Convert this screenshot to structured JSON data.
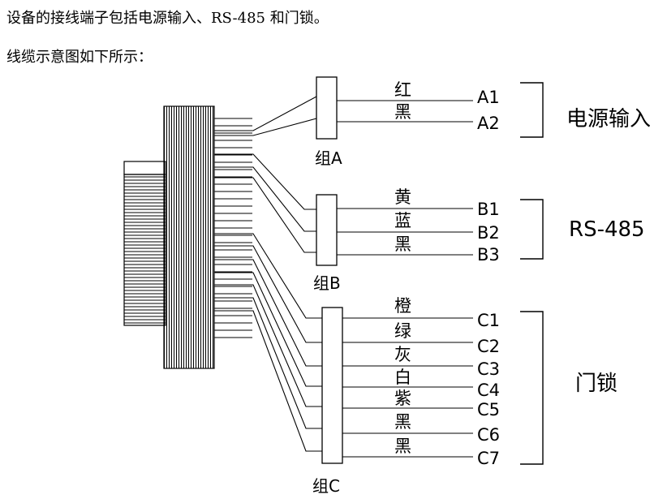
{
  "text": {
    "line1": "设备的接线端子包括电源输入、RS-485 和门锁。",
    "line2": "线缆示意图如下所示："
  },
  "groups": {
    "a": "组A",
    "b": "组B",
    "c": "组C"
  },
  "wires": [
    {
      "color": "红",
      "terminal": "A1"
    },
    {
      "color": "黑",
      "terminal": "A2"
    },
    {
      "color": "黄",
      "terminal": "B1"
    },
    {
      "color": "蓝",
      "terminal": "B2"
    },
    {
      "color": "黑",
      "terminal": "B3"
    },
    {
      "color": "橙",
      "terminal": "C1"
    },
    {
      "color": "绿",
      "terminal": "C2"
    },
    {
      "color": "灰",
      "terminal": "C3"
    },
    {
      "color": "白",
      "terminal": "C4"
    },
    {
      "color": "紫",
      "terminal": "C5"
    },
    {
      "color": "黑",
      "terminal": "C6"
    },
    {
      "color": "黑",
      "terminal": "C7"
    }
  ],
  "functions": {
    "power": "电源输入",
    "rs485": "RS-485",
    "lock": "门锁"
  }
}
